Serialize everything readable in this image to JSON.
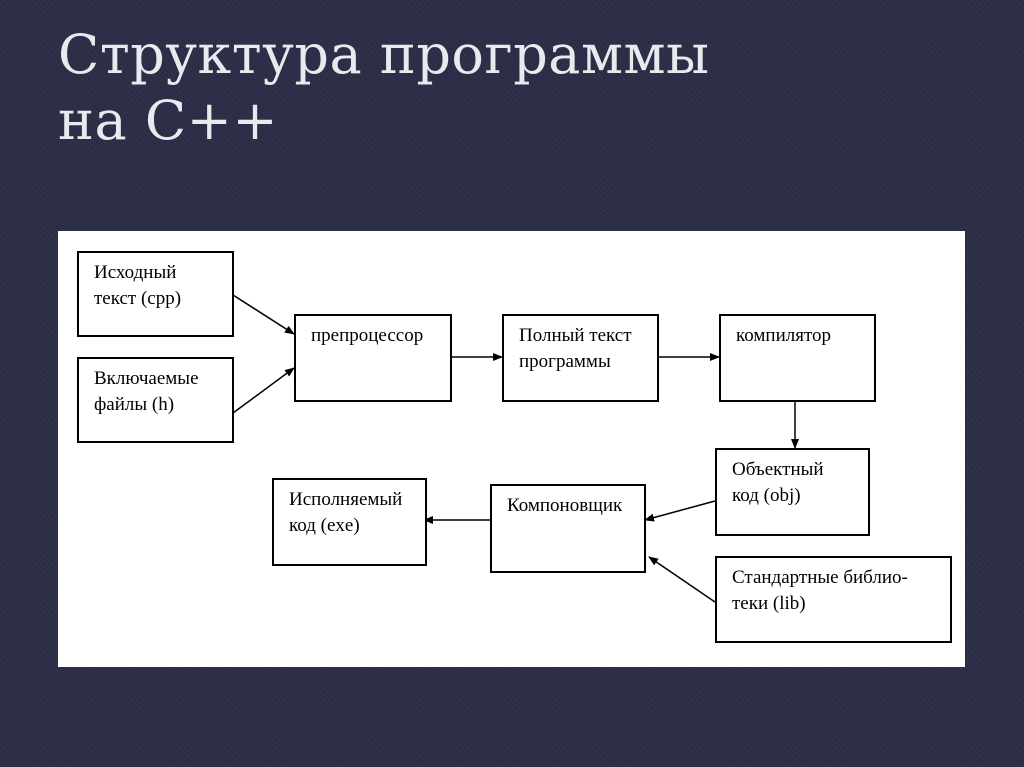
{
  "slide": {
    "title_line1": "Структура программы",
    "title_line2": "на С++"
  },
  "diagram": {
    "nodes": {
      "source": "Исходный\nтекст (cpp)",
      "includes": "Включаемые\nфайлы (h)",
      "preprocessor": "препроцессор",
      "full_text": "Полный текст\nпрограммы",
      "compiler": "компилятор",
      "object": "Объектный\nкод  (obj)",
      "linker": "Компоновщик",
      "executable": "Исполняемый\nкод  (exe)",
      "stdlib": "Стандартные библио-\nтеки (lib)"
    },
    "edges": [
      [
        "source",
        "preprocessor"
      ],
      [
        "includes",
        "preprocessor"
      ],
      [
        "preprocessor",
        "full_text"
      ],
      [
        "full_text",
        "compiler"
      ],
      [
        "compiler",
        "object"
      ],
      [
        "object",
        "linker"
      ],
      [
        "stdlib",
        "linker"
      ],
      [
        "linker",
        "executable"
      ]
    ]
  }
}
